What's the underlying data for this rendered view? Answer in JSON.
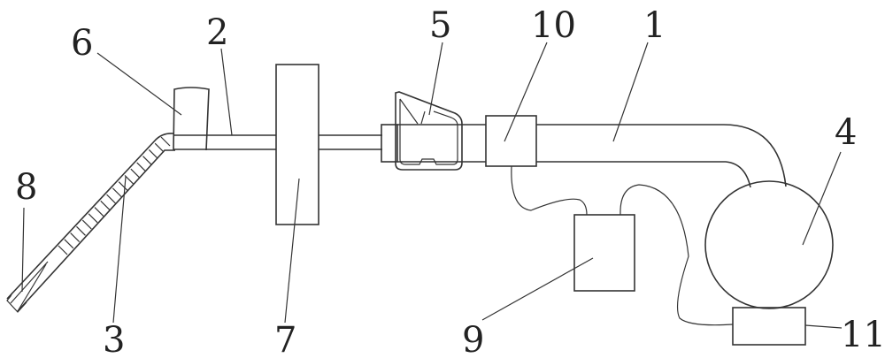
{
  "labels": {
    "l1": "1",
    "l2": "2",
    "l3": "3",
    "l4": "4",
    "l5": "5",
    "l6": "6",
    "l7": "7",
    "l8": "8",
    "l9": "9",
    "l10": "10",
    "l11": "11"
  },
  "colors": {
    "stroke": "#333333",
    "background": "#ffffff"
  }
}
